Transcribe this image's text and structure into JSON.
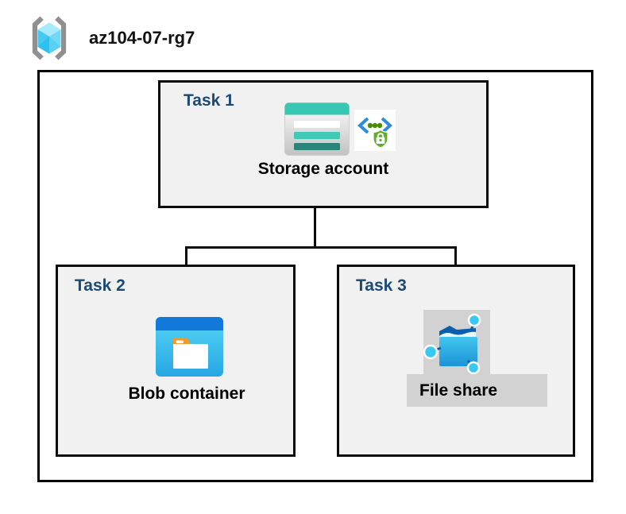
{
  "header": {
    "title": "az104-07-rg7",
    "icon": "resource-group-icon"
  },
  "diagram": {
    "tasks": [
      {
        "label": "Task 1",
        "item": "Storage account",
        "icons": [
          "storage-account-icon",
          "secure-endpoint-icon"
        ]
      },
      {
        "label": "Task 2",
        "item": "Blob container",
        "icons": [
          "blob-container-icon"
        ]
      },
      {
        "label": "Task 3",
        "item": "File share",
        "icons": [
          "file-share-icon"
        ]
      }
    ]
  },
  "colors": {
    "task_label_blue": "#1b4a73",
    "box_fill_gray": "#f1f1f1",
    "outline_black": "#000000",
    "storage_teal": "#38c7b3",
    "storage_teal_dark": "#2b857a",
    "blob_header_blue": "#1278d9",
    "folder_tab_orange": "#f89726",
    "fileshare_cyan": "#38c9f3",
    "fileshare_navy": "#0d5fae",
    "shield_green": "#5fae27",
    "chevron_blue": "#2e8bd8",
    "icon_bg_gray": "#d2d2d2",
    "rg_bracket_gray": "#909090",
    "rg_cube_cyan": "#46c9f1"
  }
}
